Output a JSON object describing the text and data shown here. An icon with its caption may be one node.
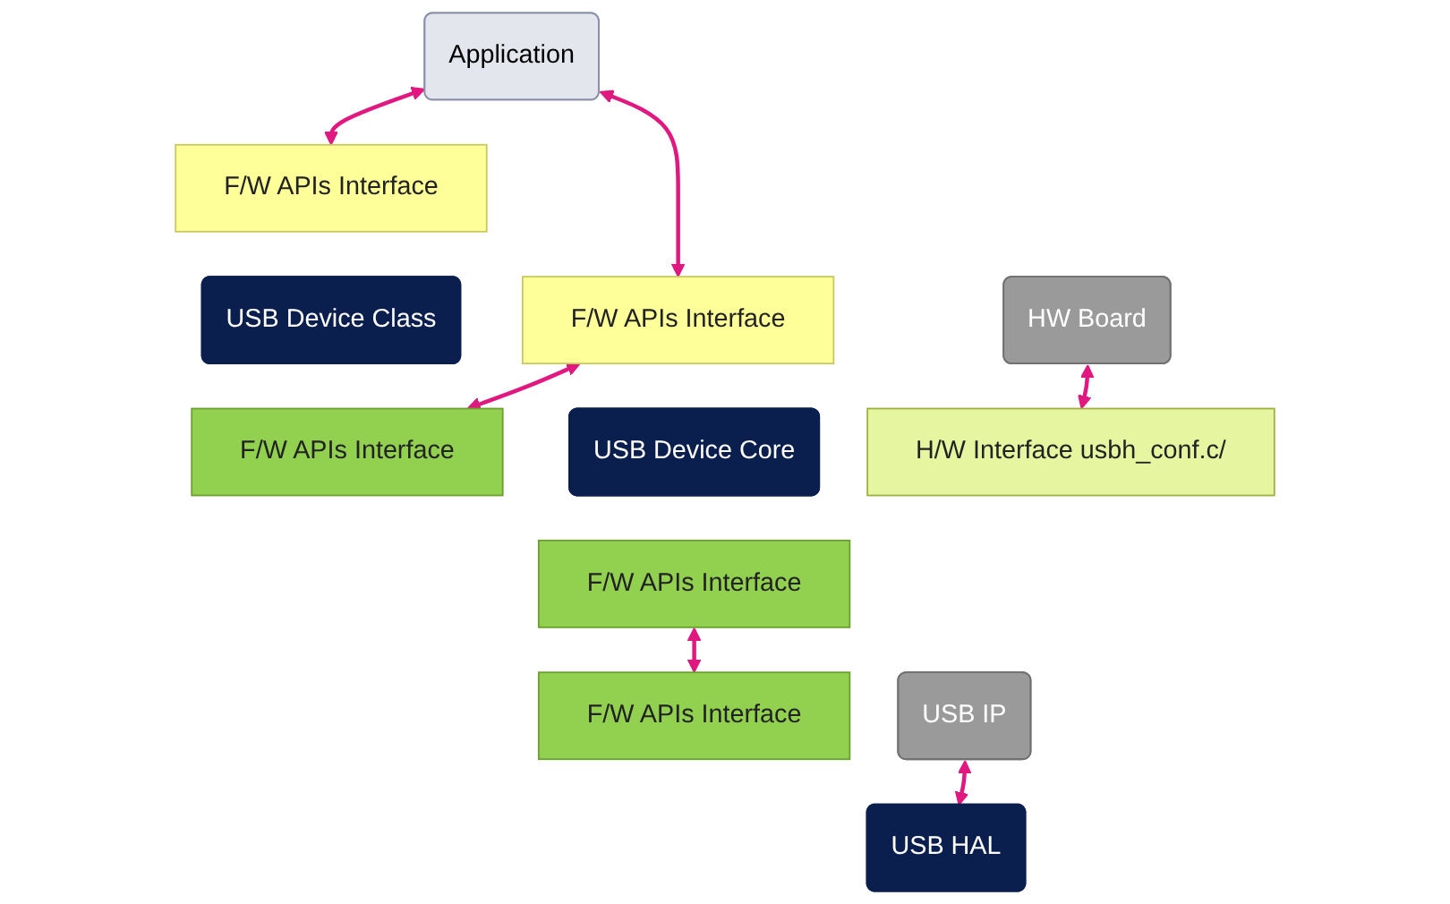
{
  "diagram": {
    "nodes": [
      {
        "text": [
          "Application"
        ]
      },
      {
        "text": [
          "F/W APIs Interface"
        ]
      },
      {
        "text": [
          "USB Device Class"
        ]
      },
      {
        "text": [
          "F/W APIs Interface"
        ]
      },
      {
        "text": [
          "F/W APIs Interface"
        ]
      },
      {
        "text": [
          "USB Device Core"
        ]
      },
      {
        "text": [
          "H/W Interface usbh_conf.c/"
        ]
      },
      {
        "text": [
          "HW Board"
        ]
      },
      {
        "text": [
          "F/W APIs Interface"
        ]
      },
      {
        "text": [
          "F/W APIs Interface"
        ]
      },
      {
        "text": [
          "USB HAL"
        ]
      },
      {
        "text": [
          "USB IP"
        ]
      }
    ],
    "edges": [
      {
        "from": 0,
        "to": 4,
        "arrow": "both"
      },
      {
        "from": 0,
        "to": 1,
        "arrow": "both"
      },
      {
        "from": 4,
        "to": 3,
        "arrow": "both"
      },
      {
        "from": 7,
        "to": 6,
        "arrow": "both"
      },
      {
        "from": 8,
        "to": 9,
        "arrow": "both"
      },
      {
        "from": 11,
        "to": 10,
        "arrow": "both"
      }
    ]
  }
}
